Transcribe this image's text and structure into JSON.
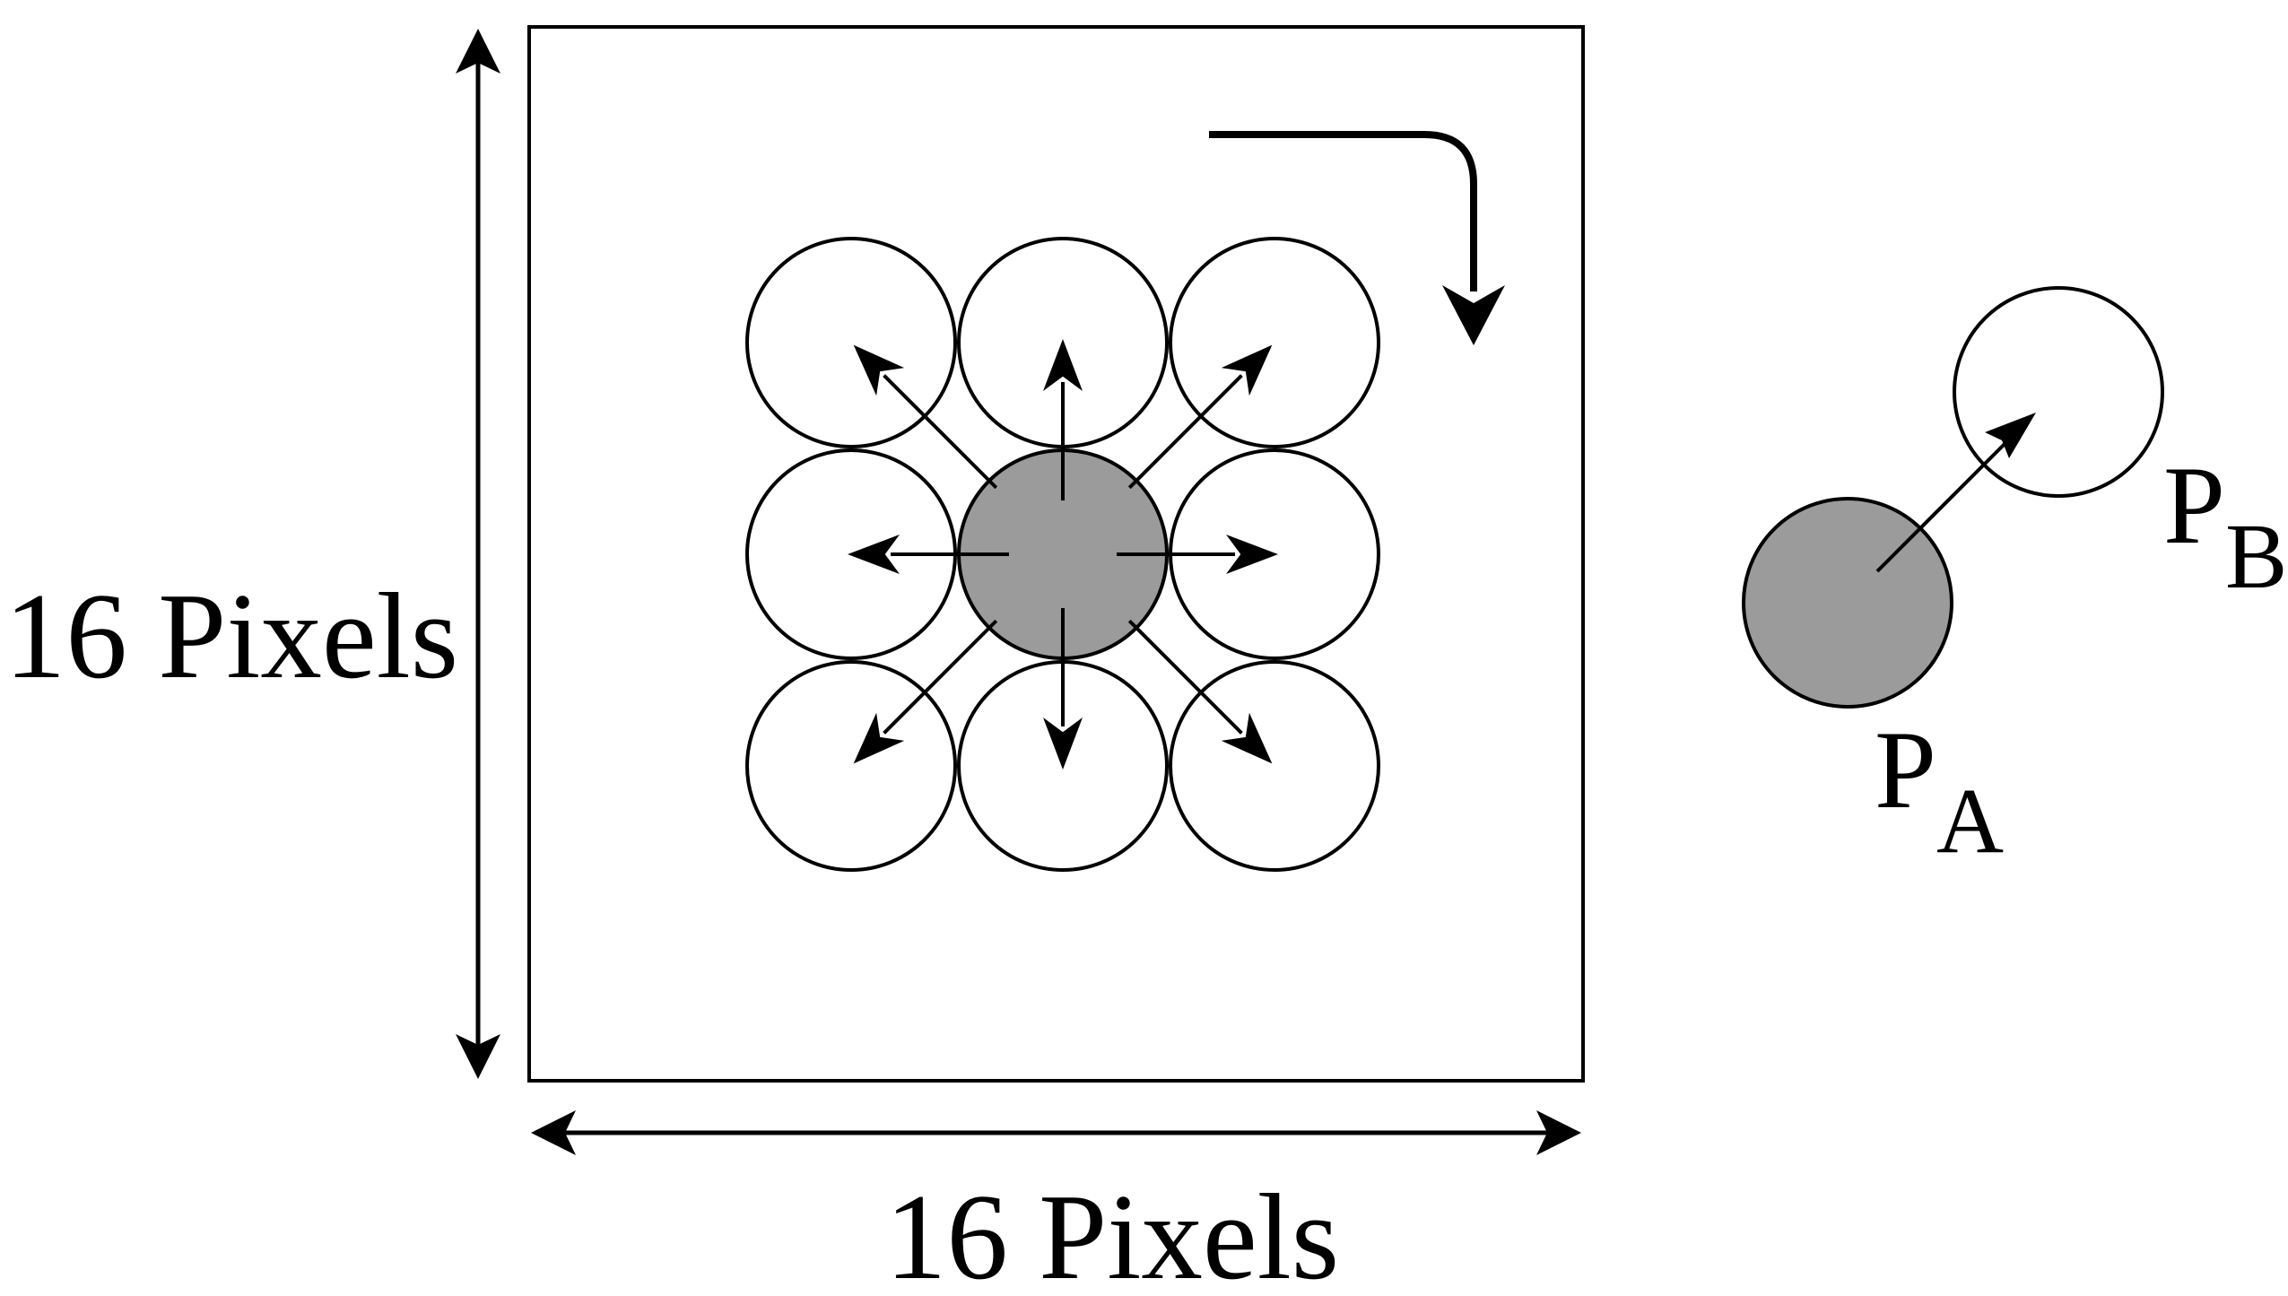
{
  "labels": {
    "height": "16 Pixels",
    "width": "16 Pixels",
    "pa_letter": "P",
    "pa_sub": "A",
    "pb_letter": "P",
    "pb_sub": "B"
  },
  "colors": {
    "stroke": "#000000",
    "center_fill": "#9b9b9b",
    "neighbor_fill": "#ffffff",
    "background": "#ffffff"
  },
  "neighbors": [
    {
      "name": "neighbor-top-left"
    },
    {
      "name": "neighbor-top"
    },
    {
      "name": "neighbor-top-right"
    },
    {
      "name": "neighbor-left"
    },
    {
      "name": "neighbor-right"
    },
    {
      "name": "neighbor-bottom-left"
    },
    {
      "name": "neighbor-bottom"
    },
    {
      "name": "neighbor-bottom-right"
    }
  ]
}
